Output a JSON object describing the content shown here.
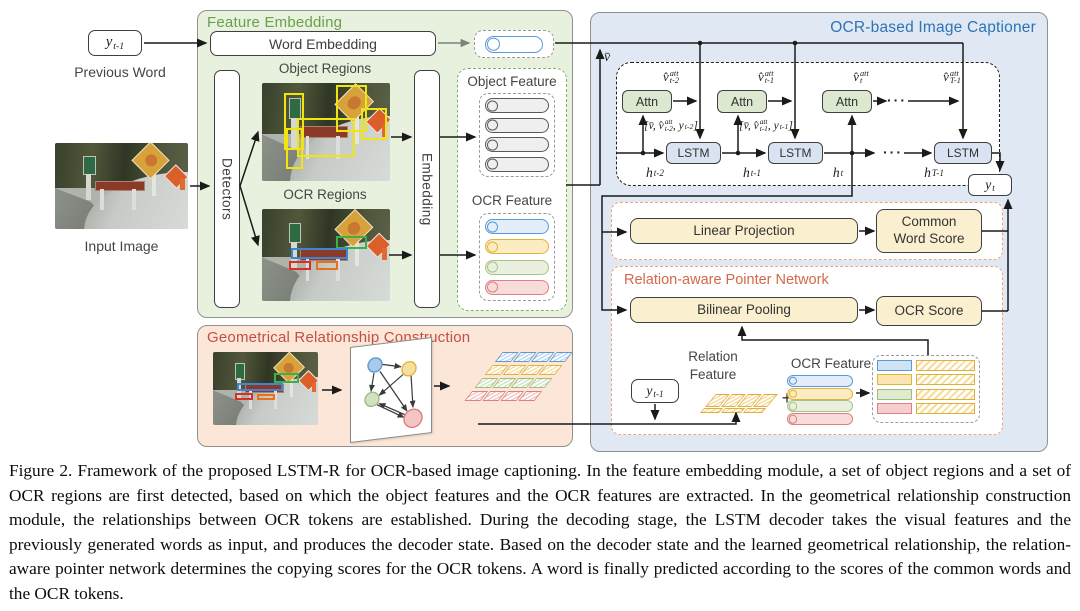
{
  "left": {
    "prev_word": {
      "base": "y",
      "sub": "t-1"
    },
    "prev_word_label": "Previous Word",
    "input_image_label": "Input Image"
  },
  "feature_embedding": {
    "title": "Feature Embedding",
    "word_embedding_label": "Word Embedding",
    "detectors_label": "Detectors",
    "object_regions_label": "Object Regions",
    "ocr_regions_label": "OCR Regions",
    "embedding_label": "Embedding",
    "object_feature_label": "Object Feature",
    "ocr_feature_label": "OCR Feature"
  },
  "geometry_module": {
    "title": "Geometrical Relationship Construction"
  },
  "captioner": {
    "title": "OCR-based Image Captioner",
    "v_bar": "v̄",
    "attn_label": "Attn",
    "lstm_label": "LSTM",
    "ellipsis": "···",
    "attn_outputs": [
      {
        "base": "v̂",
        "sup": "att",
        "sub": "t-2"
      },
      {
        "base": "v̂",
        "sup": "att",
        "sub": "t-1"
      },
      {
        "base": "v̂",
        "sup": "att",
        "sub": "t"
      },
      {
        "base": "v̂",
        "sup": "att",
        "sub": "T-1"
      }
    ],
    "concat_inputs": [
      {
        "pre": "[v̄, ",
        "base": "v̂",
        "sup": "att",
        "sub": "t-2",
        "mid": ", y",
        "ysub": "t-2",
        "post": "]"
      },
      {
        "pre": "[v̄, ",
        "base": "v̂",
        "sup": "att",
        "sub": "t-1",
        "mid": ", y",
        "ysub": "t-1",
        "post": "]"
      }
    ],
    "hidden_states": [
      {
        "base": "h",
        "sub": "t-2"
      },
      {
        "base": "h",
        "sub": "t-1"
      },
      {
        "base": "h",
        "sub": "t"
      },
      {
        "base": "h",
        "sub": "T-1"
      }
    ],
    "y_t": {
      "base": "y",
      "sub": "t"
    },
    "y_t1": {
      "base": "y",
      "sub": "t-1"
    },
    "linear_projection_label": "Linear Projection",
    "common_word_score_label": "Common Word Score",
    "pointer_title": "Relation-aware Pointer Network",
    "bilinear_pooling_label": "Bilinear Pooling",
    "ocr_score_label": "OCR Score",
    "relation_feature_label": "Relation Feature",
    "ocr_feature_label": "OCR Feature",
    "plus": "+"
  },
  "caption": "Figure 2. Framework of the proposed LSTM-R for OCR-based image captioning. In the feature embedding module, a set of object regions and a set of OCR regions are first detected, based on which the object features and the OCR features are extracted. In the geometrical relationship construction module, the relationships between OCR tokens are established. During the decoding stage, the LSTM decoder takes the visual features and the previously generated words as input, and produces the decoder state. Based on the decoder state and the learned geometrical relationship, the relation-aware pointer network determines the copying scores for the OCR tokens. A word is finally predicted according to the scores of the common words and the OCR tokens.",
  "colors": {
    "feature_embedding_bg": "#e8f1de",
    "feature_embedding_title": "#67a14c",
    "geometry_bg": "#fbe6d8",
    "geometry_title": "#c34f44",
    "captioner_bg": "#dfe8f3",
    "captioner_title": "#2e74b5",
    "pointer_dash": "#f1a46f",
    "pointer_title": "#d3694a",
    "score_box_fill": "#faf0d0",
    "attn_fill": "#dde8d0",
    "lstm_fill": "#d9e3f1",
    "capsule_blue": "#5b9bd5",
    "capsule_yellow": "#e0b33c",
    "capsule_green": "#a9c387",
    "capsule_red": "#dc8181",
    "capsule_gray": "#5a5a5a",
    "object_box_yellow": "#f2e40e"
  }
}
